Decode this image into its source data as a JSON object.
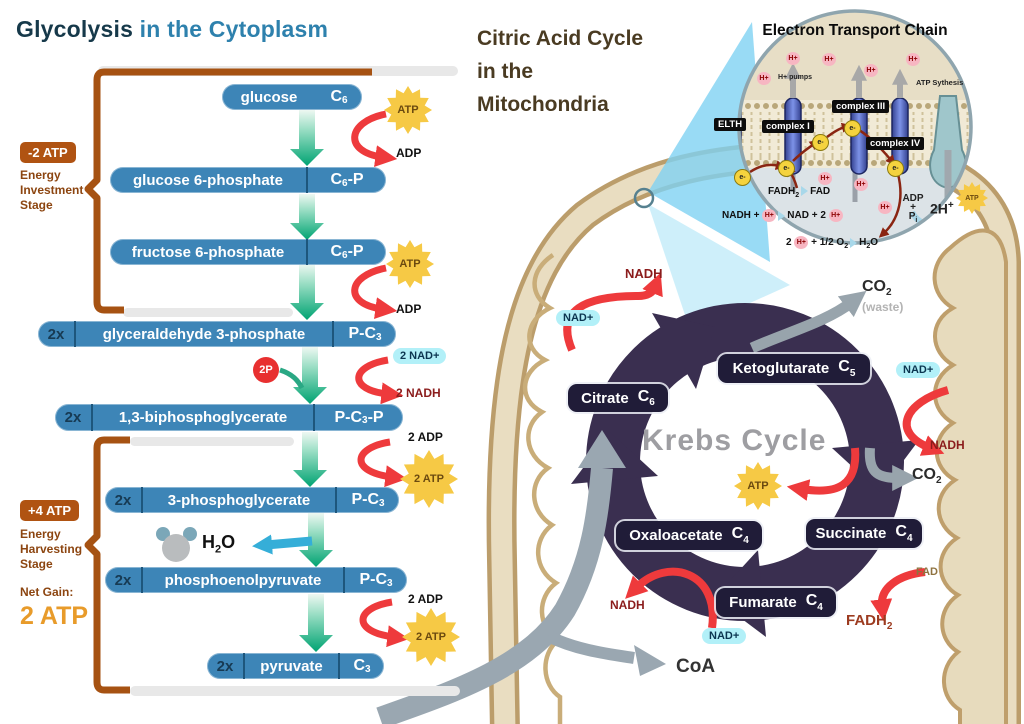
{
  "left": {
    "title_main": "Glycolysis",
    "title_rest": " in the Cytoplasm",
    "stage_invest": {
      "badge": "-2 ATP",
      "l1": "Energy",
      "l2": "Investment",
      "l3": "Stage"
    },
    "stage_harvest": {
      "badge": "+4 ATP",
      "l1": "Energy",
      "l2": "Harvesting",
      "l3": "Stage",
      "net_label": "Net Gain:",
      "net_value": "2 ATP"
    },
    "rows": [
      {
        "mult": "",
        "name": "glucose",
        "f1": "C",
        "sub": "6",
        "f2": ""
      },
      {
        "mult": "",
        "name": "glucose 6-phosphate",
        "f1": "C",
        "sub": "6",
        "f2": "-P"
      },
      {
        "mult": "",
        "name": "fructose 6-phosphate",
        "f1": "C",
        "sub": "6",
        "f2": "-P"
      },
      {
        "mult": "2x",
        "name": "glyceraldehyde 3-phosphate",
        "f1": "P-C",
        "sub": "3",
        "f2": ""
      },
      {
        "mult": "2x",
        "name": "1,3-biphosphoglycerate",
        "f1": "P-C",
        "sub": "3",
        "f2": "-P"
      },
      {
        "mult": "2x",
        "name": "3-phosphoglycerate",
        "f1": "P-C",
        "sub": "3",
        "f2": ""
      },
      {
        "mult": "2x",
        "name": "phosphoenolpyruvate",
        "f1": "P-C",
        "sub": "3",
        "f2": ""
      },
      {
        "mult": "2x",
        "name": "pyruvate",
        "f1": "C",
        "sub": "3",
        "f2": ""
      }
    ],
    "atp": "ATP",
    "adp": "ADP",
    "atp2": "2 ATP",
    "adp2": "2 ADP",
    "nad2": "2 NAD+",
    "nadh2": "2 NADH",
    "p2": "2P",
    "h2o_h": "H",
    "h2o_sub": "2",
    "h2o_o": "O"
  },
  "right": {
    "title_l1": "Citric Acid Cycle",
    "title_l2": "in the",
    "title_l3": "Mitochondria",
    "krebs_label": "Krebs Cycle",
    "nodes": [
      {
        "name": "Citrate",
        "c": "C",
        "sub": "6"
      },
      {
        "name": "Ketoglutarate",
        "c": "C",
        "sub": "5"
      },
      {
        "name": "Succinate",
        "c": "C",
        "sub": "4"
      },
      {
        "name": "Fumarate",
        "c": "C",
        "sub": "4"
      },
      {
        "name": "Oxaloacetate",
        "c": "C",
        "sub": "4"
      }
    ],
    "nad": "NAD+",
    "nadh": "NADH",
    "co2": "CO",
    "co2_sub": "2",
    "waste": "(waste)",
    "atp": "ATP",
    "fad": "FAD",
    "fadh": "FADH",
    "fadh_sub": "2",
    "coa": "CoA"
  },
  "etc": {
    "title": "Electron Transport Chain",
    "h": "H+",
    "h_pumps": "H+ pumps",
    "atp_synthesis": "ATP Sythesis",
    "c_elth": "ELTH",
    "c1": "complex I",
    "c3": "complex III",
    "c4": "complex IV",
    "e": "e-",
    "fadh": "FADH",
    "fadh_sub": "2",
    "fad": "FAD",
    "nadh_pre": "NADH +",
    "nad_mid": "NAD + 2",
    "o2_pre": "2",
    "o2_mid": "+ 1/2 O",
    "o2_sub": "2",
    "h2o_h": "H",
    "h2o_sub": "2",
    "h2o_o": "O",
    "adp": "ADP",
    "plus": "+",
    "pi": "P",
    "pi_sub": "i",
    "h2": "2H",
    "h2_sup": "+",
    "atp": "ATP"
  }
}
